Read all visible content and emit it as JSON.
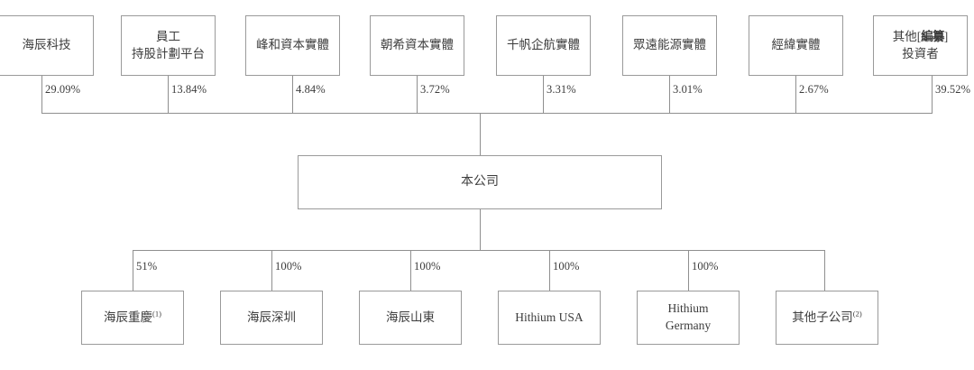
{
  "diagram": {
    "title": "Shareholding and corporate structure chart",
    "colors": {
      "line": "#8f8f8f",
      "box_border": "#9a9a9a",
      "text": "#3c3c3c",
      "background": "#ffffff"
    }
  },
  "shareholders": [
    {
      "id": "haichen-keji",
      "label": "海辰科技",
      "pct": "29.09%"
    },
    {
      "id": "employee-esop",
      "label": "員工\n持股計劃平台",
      "pct": "13.84%"
    },
    {
      "id": "fenghe-capital",
      "label": "峰和資本實體",
      "pct": "4.84%"
    },
    {
      "id": "chaoxi-capital",
      "label": "朝希資本實體",
      "pct": "3.72%"
    },
    {
      "id": "qianfan-qihang",
      "label": "千帆企航實體",
      "pct": "3.31%"
    },
    {
      "id": "juyuan-energy",
      "label": "眾遠能源實體",
      "pct": "3.01%"
    },
    {
      "id": "jingwei",
      "label": "經緯實體",
      "pct": "2.67%"
    },
    {
      "id": "other-investors",
      "label_pre": "其他[",
      "label_redacted": "編纂",
      "label_post": "]",
      "label_line2": "投資者",
      "pct": "39.52%"
    }
  ],
  "company": {
    "id": "the-company",
    "label": "本公司"
  },
  "subsidiaries": [
    {
      "id": "haichen-chongqing",
      "label": "海辰重慶",
      "footnote": "(1)",
      "pct": "51%",
      "latin": false
    },
    {
      "id": "haichen-shenzhen",
      "label": "海辰深圳",
      "footnote": "",
      "pct": "100%",
      "latin": false
    },
    {
      "id": "haichen-shandong",
      "label": "海辰山東",
      "footnote": "",
      "pct": "100%",
      "latin": false
    },
    {
      "id": "hithium-usa",
      "label": "Hithium USA",
      "footnote": "",
      "pct": "100%",
      "latin": true
    },
    {
      "id": "hithium-germany",
      "label": "Hithium\nGermany",
      "footnote": "",
      "pct": "100%",
      "latin": true
    },
    {
      "id": "other-subsidiaries",
      "label": "其他子公司",
      "footnote": "(2)",
      "pct": "",
      "latin": false
    }
  ]
}
